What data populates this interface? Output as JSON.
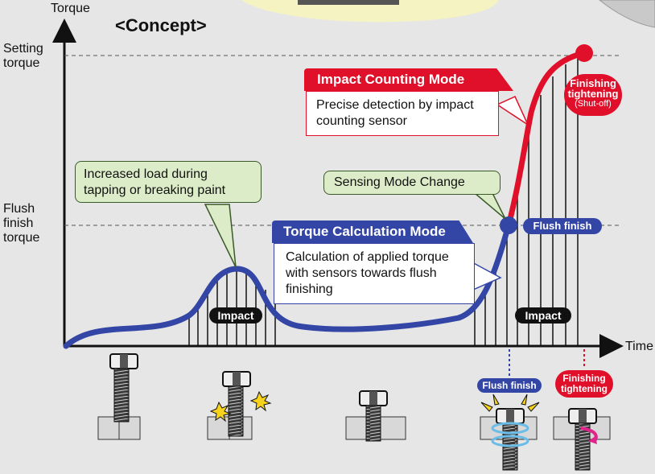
{
  "colors": {
    "background": "#e6e6e6",
    "curve_blue": "#3346a6",
    "curve_red": "#e0102a",
    "callout_green": "#dcecc8",
    "callout_border": "#3a5a2a",
    "yellow_bubble": "#f6f3c3"
  },
  "concept_title": "<Concept>",
  "axes": {
    "y_label": "Torque",
    "x_label": "Time",
    "setting_torque": "Setting torque",
    "flush_finish_torque": "Flush finish torque"
  },
  "callouts": {
    "increased_load": "Increased load during tapping or breaking paint",
    "sensing_mode_change": "Sensing Mode Change"
  },
  "modes": {
    "impact_counting": {
      "title": "Impact Counting Mode",
      "description": "Precise detection by impact counting sensor"
    },
    "torque_calculation": {
      "title": "Torque Calculation Mode",
      "description": "Calculation of applied torque with sensors towards flush finishing"
    }
  },
  "badges": {
    "impact": "Impact",
    "flush_finish": "Flush finish",
    "finishing_tightening_line1": "Finishing",
    "finishing_tightening_line2": "tightening",
    "shut_off": "(Shut-off)"
  },
  "icons": [
    "bolt-icon",
    "spark-icon",
    "rotation-arrow-icon",
    "vibration-mark-icon"
  ]
}
